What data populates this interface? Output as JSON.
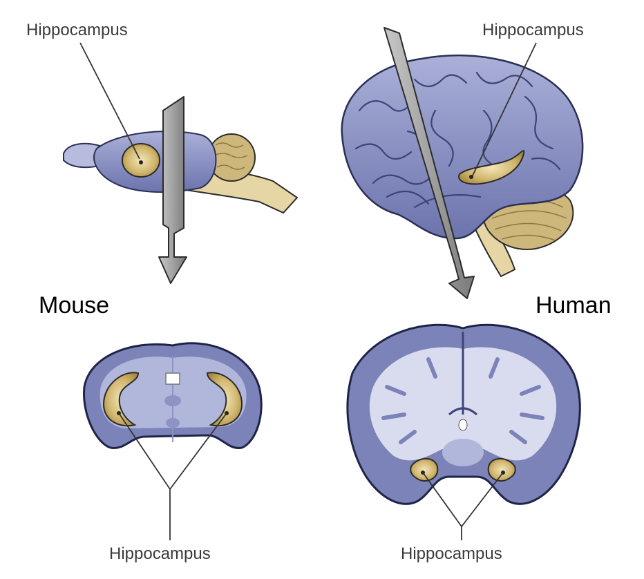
{
  "labels": {
    "mouse_top_hippocampus": "Hippocampus",
    "human_top_hippocampus": "Hippocampus",
    "mouse": "Mouse",
    "human": "Human",
    "mouse_bottom_hippocampus": "Hippocampus",
    "human_bottom_hippocampus": "Hippocampus"
  },
  "colors": {
    "brain_blue": "#7b83b8",
    "brain_blue_light": "#aeb3d6",
    "brain_outline": "#2b2f55",
    "white_matter": "#d6d9ec",
    "hippocampus_gold": "#c9b06a",
    "cerebellum_gold": "#cdb77a",
    "slice_blade": "#9a9a9a",
    "line": "#333333"
  },
  "icons": [
    "slice-blade-arrow",
    "slice-blade-arrow"
  ]
}
